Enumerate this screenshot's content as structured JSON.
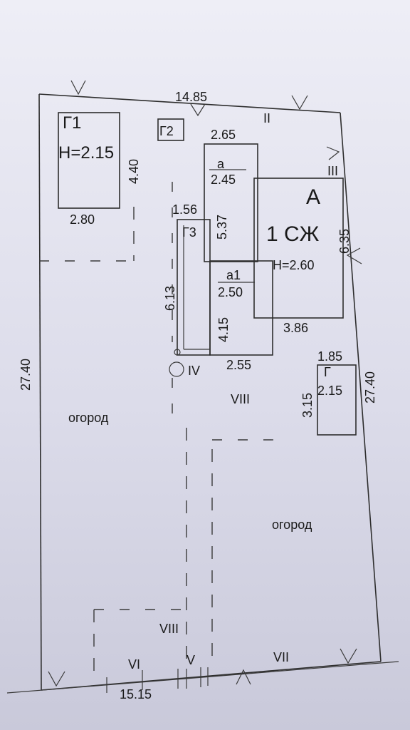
{
  "plot": {
    "top_width": "14.85",
    "bottom_width": "15.15",
    "left_length": "27.40",
    "right_length": "27.40"
  },
  "buildings": {
    "g1": {
      "label": "Г1",
      "height": "H=2.15",
      "width": "2.80",
      "depth": "4.40"
    },
    "g2": {
      "label": "Г2"
    },
    "a_ext": {
      "label": "а",
      "width_top": "2.65",
      "value": "2.45",
      "depth": "5.37"
    },
    "main": {
      "letter": "А",
      "type": "1 СЖ",
      "height": "H=2.60",
      "width": "3.86",
      "depth": "6.35"
    },
    "g3": {
      "label": "Г3",
      "width": "1.56",
      "depth": "6.13"
    },
    "a1": {
      "label": "а1",
      "value": "2.50",
      "depth": "4.15",
      "width": "2.55"
    },
    "g": {
      "label": "Г",
      "width": "1.85",
      "value": "2.15",
      "depth": "3.15"
    }
  },
  "zones": {
    "garden_left": "огород",
    "garden_right": "огород"
  },
  "markers": {
    "ii": "II",
    "iii": "III",
    "iv": "IV",
    "viii_top": "VIII",
    "viii_bottom": "VIII",
    "vi": "VI",
    "v": "V",
    "vii": "VII"
  }
}
